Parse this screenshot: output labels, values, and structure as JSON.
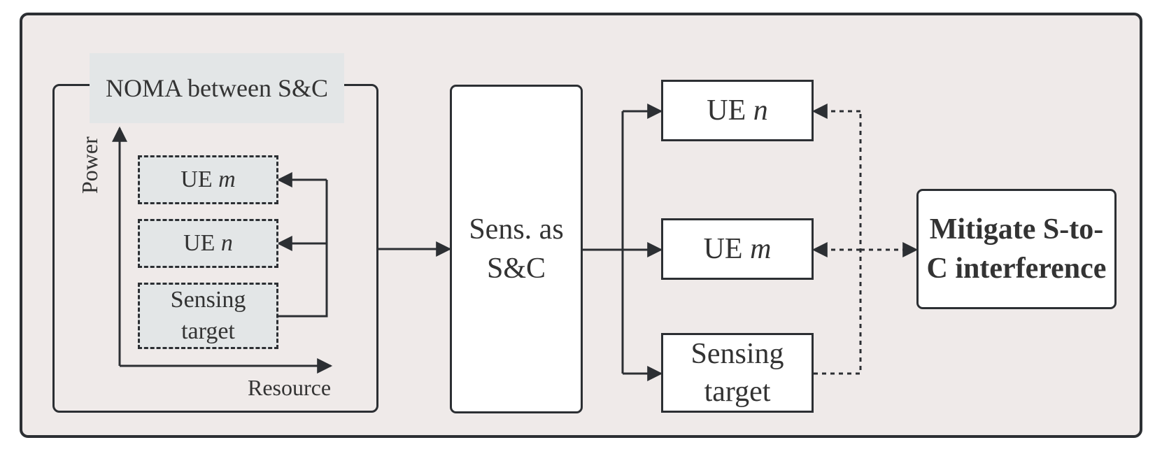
{
  "noma": {
    "title": "NOMA between S&C",
    "axis_y": "Power",
    "axis_x": "Resource",
    "stack": [
      {
        "prefix": "UE ",
        "var": "m"
      },
      {
        "prefix": "UE ",
        "var": "n"
      },
      {
        "label": "Sensing target"
      }
    ]
  },
  "center": {
    "label": "Sens. as S&C"
  },
  "outputs": [
    {
      "prefix": "UE ",
      "var": "n"
    },
    {
      "prefix": "UE ",
      "var": "m"
    },
    {
      "label": "Sensing target"
    }
  ],
  "mitigate": {
    "label": "Mitigate S-to-C interference"
  },
  "colors": {
    "panel_bg": "#efeae9",
    "stroke": "#2c2f33",
    "highlight_bg": "#e3e6e7",
    "box_bg": "#ffffff"
  }
}
